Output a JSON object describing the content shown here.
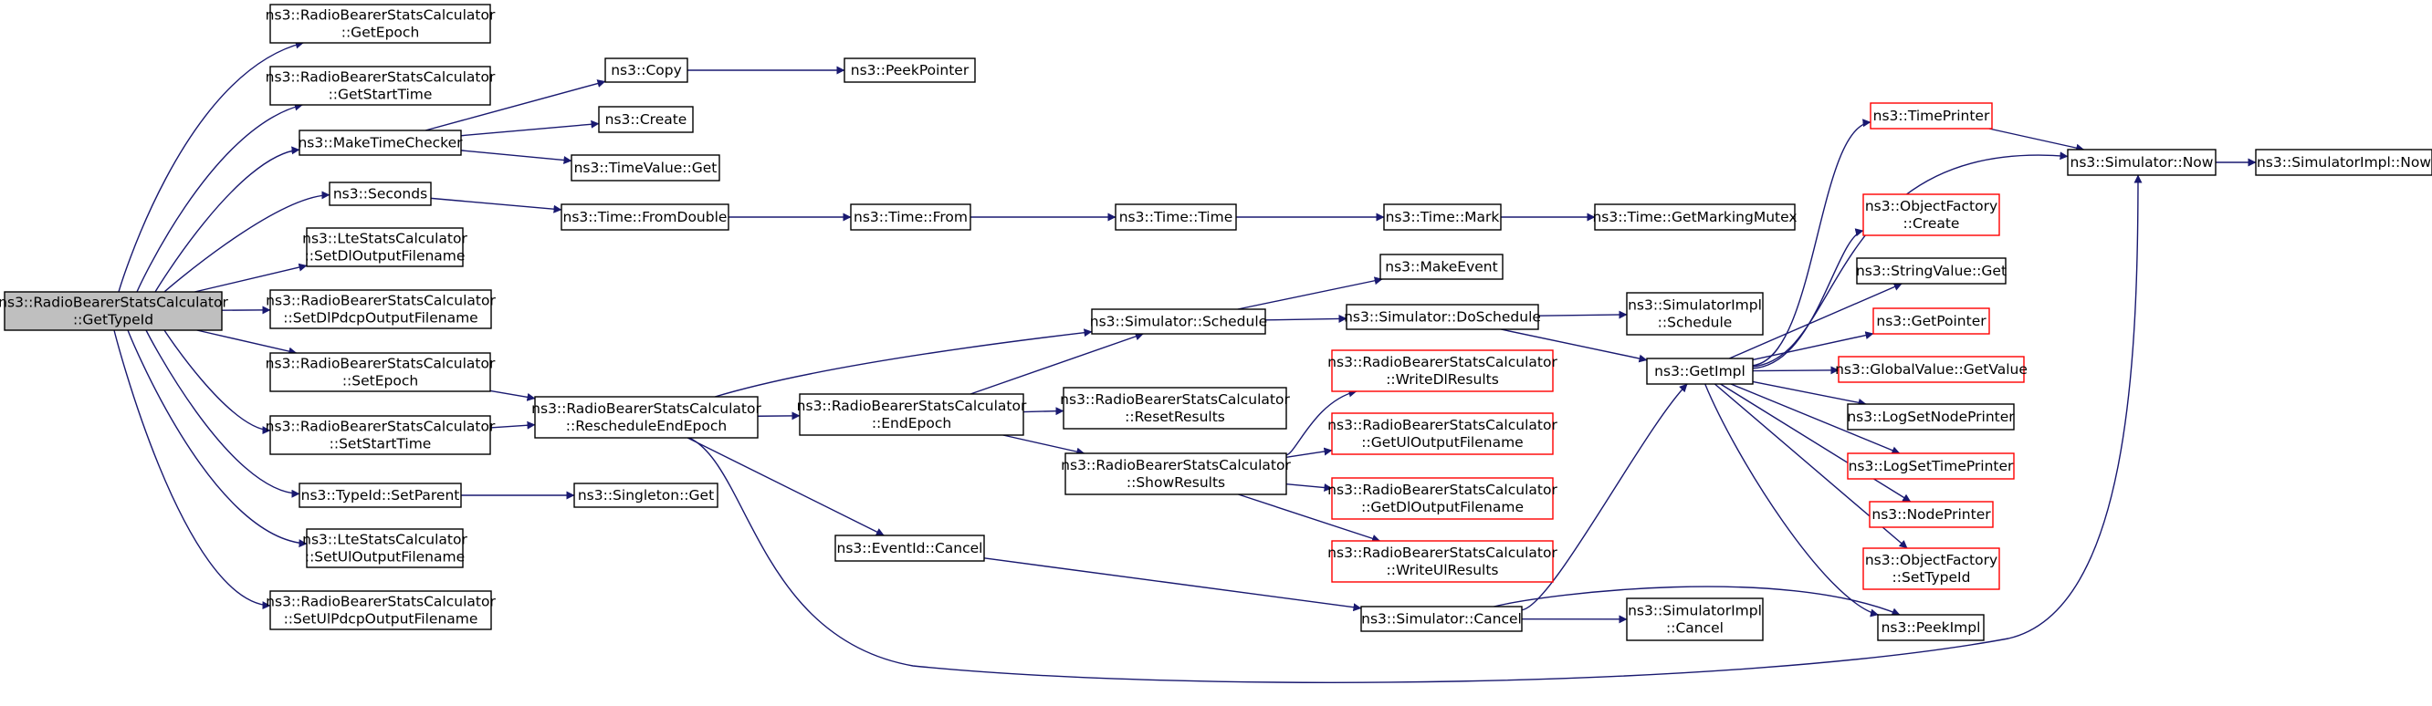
{
  "colors": {
    "edge": "#191970",
    "node_border": "#000000",
    "node_border_truncated": "#ff0000",
    "root_fill": "#bfbfbf",
    "node_fill": "#ffffff"
  },
  "nodes": {
    "root": [
      "ns3::RadioBearerStatsCalculator",
      "::GetTypeId"
    ],
    "getEpoch": [
      "ns3::RadioBearerStatsCalculator",
      "::GetEpoch"
    ],
    "getStartTime": [
      "ns3::RadioBearerStatsCalculator",
      "::GetStartTime"
    ],
    "makeTimeChecker": [
      "ns3::MakeTimeChecker"
    ],
    "seconds": [
      "ns3::Seconds"
    ],
    "lteSetDl": [
      "ns3::LteStatsCalculator",
      "::SetDlOutputFilename"
    ],
    "setDlPdcp": [
      "ns3::RadioBearerStatsCalculator",
      "::SetDlPdcpOutputFilename"
    ],
    "setEpoch": [
      "ns3::RadioBearerStatsCalculator",
      "::SetEpoch"
    ],
    "setStartTime": [
      "ns3::RadioBearerStatsCalculator",
      "::SetStartTime"
    ],
    "setParent": [
      "ns3::TypeId::SetParent"
    ],
    "lteSetUl": [
      "ns3::LteStatsCalculator",
      "::SetUlOutputFilename"
    ],
    "setUlPdcp": [
      "ns3::RadioBearerStatsCalculator",
      "::SetUlPdcpOutputFilename"
    ],
    "copy": [
      "ns3::Copy"
    ],
    "peekPointer": [
      "ns3::PeekPointer"
    ],
    "create": [
      "ns3::Create"
    ],
    "timeValueGet": [
      "ns3::TimeValue::Get"
    ],
    "fromDouble": [
      "ns3::Time::FromDouble"
    ],
    "timeFrom": [
      "ns3::Time::From"
    ],
    "timeTime": [
      "ns3::Time::Time"
    ],
    "timeMark": [
      "ns3::Time::Mark"
    ],
    "markingMutex": [
      "ns3::Time::GetMarkingMutex"
    ],
    "reschedule": [
      "ns3::RadioBearerStatsCalculator",
      "::RescheduleEndEpoch"
    ],
    "singletonGet": [
      "ns3::Singleton::Get"
    ],
    "endEpoch": [
      "ns3::RadioBearerStatsCalculator",
      "::EndEpoch"
    ],
    "schedule": [
      "ns3::Simulator::Schedule"
    ],
    "makeEvent": [
      "ns3::MakeEvent"
    ],
    "doSchedule": [
      "ns3::Simulator::DoSchedule"
    ],
    "implSchedule": [
      "ns3::SimulatorImpl",
      "::Schedule"
    ],
    "resetResults": [
      "ns3::RadioBearerStatsCalculator",
      "::ResetResults"
    ],
    "showResults": [
      "ns3::RadioBearerStatsCalculator",
      "::ShowResults"
    ],
    "writeDl": [
      "ns3::RadioBearerStatsCalculator",
      "::WriteDlResults"
    ],
    "getUlOut": [
      "ns3::RadioBearerStatsCalculator",
      "::GetUlOutputFilename"
    ],
    "getDlOut": [
      "ns3::RadioBearerStatsCalculator",
      "::GetDlOutputFilename"
    ],
    "writeUl": [
      "ns3::RadioBearerStatsCalculator",
      "::WriteUlResults"
    ],
    "eventCancel": [
      "ns3::EventId::Cancel"
    ],
    "simCancel": [
      "ns3::Simulator::Cancel"
    ],
    "implCancel": [
      "ns3::SimulatorImpl",
      "::Cancel"
    ],
    "getImpl": [
      "ns3::GetImpl"
    ],
    "timePrinter": [
      "ns3::TimePrinter"
    ],
    "simNow": [
      "ns3::Simulator::Now"
    ],
    "implNow": [
      "ns3::SimulatorImpl::Now"
    ],
    "ofCreate": [
      "ns3::ObjectFactory",
      "::Create"
    ],
    "stringValueGet": [
      "ns3::StringValue::Get"
    ],
    "getPointer": [
      "ns3::GetPointer"
    ],
    "globalValueGet": [
      "ns3::GlobalValue::GetValue"
    ],
    "logSetNodePrinter": [
      "ns3::LogSetNodePrinter"
    ],
    "logSetTimePrinter": [
      "ns3::LogSetTimePrinter"
    ],
    "nodePrinter": [
      "ns3::NodePrinter"
    ],
    "ofSetTypeId": [
      "ns3::ObjectFactory",
      "::SetTypeId"
    ],
    "peekImpl": [
      "ns3::PeekImpl"
    ]
  }
}
